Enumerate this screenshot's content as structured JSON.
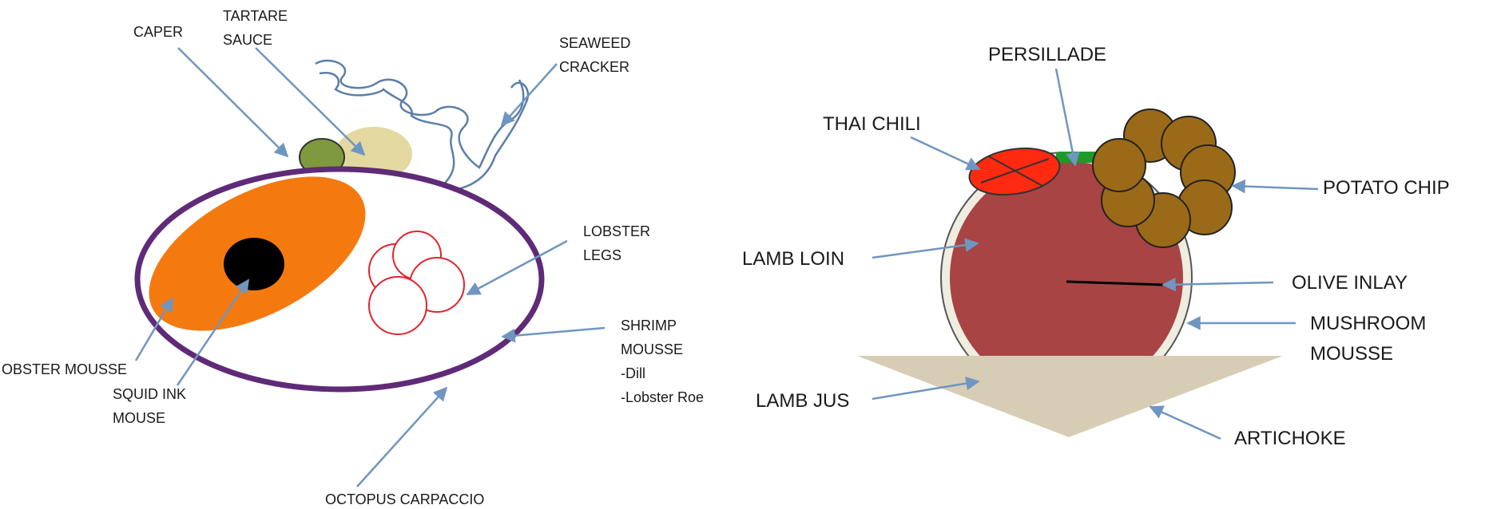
{
  "left_plate": {
    "labels": {
      "caper": "CAPER",
      "tartare_sauce": [
        "TARTARE",
        "SAUCE"
      ],
      "seaweed_cracker": [
        "SEAWEED",
        "CRACKER"
      ],
      "lobster_legs": [
        "LOBSTER",
        "LEGS"
      ],
      "shrimp_mousse": [
        "SHRIMP",
        "MOUSSE",
        "-Dill",
        "-Lobster Roe"
      ],
      "lobster_mousse": "OBSTER MOUSSE",
      "squid_ink_mouse": [
        "SQUID INK",
        "MOUSE"
      ],
      "octopus_carpaccio": "OCTOPUS CARPACCIO"
    }
  },
  "right_plate": {
    "labels": {
      "persillade": "PERSILLADE",
      "thai_chili": "THAI CHILI",
      "potato_chip": "POTATO CHIP",
      "lamb_loin": "LAMB LOIN",
      "olive_inlay": "OLIVE INLAY",
      "mushroom_mousse": [
        "MUSHROOM",
        "MOUSSE"
      ],
      "lamb_jus": "LAMB JUS",
      "artichoke": "ARTICHOKE"
    }
  },
  "colors": {
    "arrow": "#6f96c0",
    "plate_rim": "#5f2a78",
    "lobster_mousse": "#f47a10",
    "squid_ink": "#000000",
    "caper": "#7f9a3e",
    "tartare_sauce": "#e3d9a0",
    "seaweed_line": "#5b7ea8",
    "lobster_legs_stroke": "#e0242c",
    "lamb_loin": "#a84444",
    "mushroom_mousse_rim": "#efece0",
    "thai_chili": "#ff2a10",
    "persillade": "#1f9a2a",
    "potato_chip": "#9b6a18",
    "artichoke": "#d7cdb5"
  }
}
